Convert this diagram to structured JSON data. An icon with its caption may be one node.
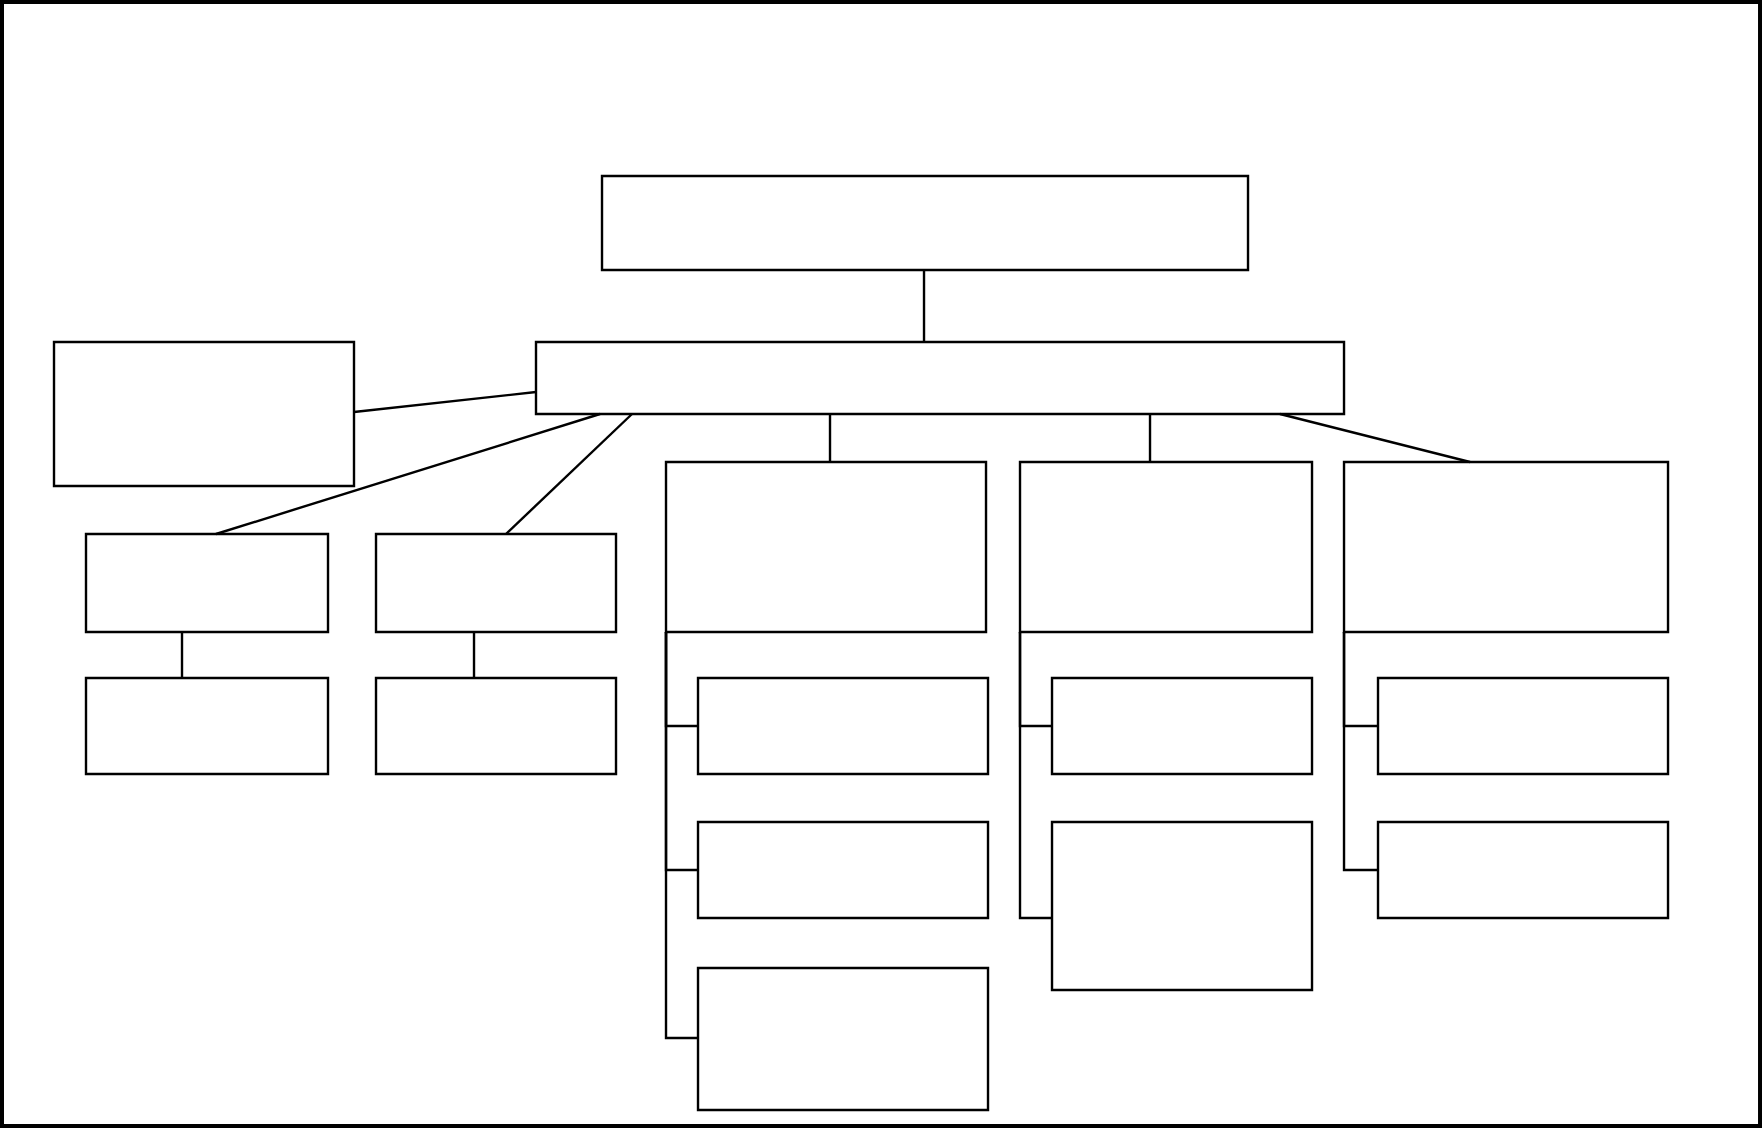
{
  "diagram": {
    "nodes": [
      {
        "text": [],
        "shape": "box"
      },
      {
        "text": [],
        "shape": "box"
      },
      {
        "text": [],
        "shape": "box"
      },
      {
        "text": [],
        "shape": "box"
      },
      {
        "text": [],
        "shape": "box"
      },
      {
        "text": [],
        "shape": "box"
      },
      {
        "text": [],
        "shape": "box"
      },
      {
        "text": [],
        "shape": "box"
      },
      {
        "text": [],
        "shape": "box"
      },
      {
        "text": [],
        "shape": "box"
      },
      {
        "text": [],
        "shape": "box"
      },
      {
        "text": [],
        "shape": "box"
      },
      {
        "text": [],
        "shape": "box"
      },
      {
        "text": [],
        "shape": "box"
      },
      {
        "text": [],
        "shape": "box"
      },
      {
        "text": [],
        "shape": "box"
      },
      {
        "text": [],
        "shape": "box"
      }
    ],
    "edges": [
      {
        "from": 0,
        "to": 2,
        "arrow": "none"
      },
      {
        "from": 2,
        "to": 1,
        "arrow": "none"
      },
      {
        "from": 2,
        "to": 3,
        "arrow": "none"
      },
      {
        "from": 2,
        "to": 4,
        "arrow": "none"
      },
      {
        "from": 2,
        "to": 5,
        "arrow": "none"
      },
      {
        "from": 2,
        "to": 6,
        "arrow": "none"
      },
      {
        "from": 2,
        "to": 7,
        "arrow": "none"
      },
      {
        "from": 3,
        "to": 8,
        "arrow": "none"
      },
      {
        "from": 4,
        "to": 9,
        "arrow": "none"
      },
      {
        "from": 5,
        "to": 10,
        "arrow": "none"
      },
      {
        "from": 5,
        "to": 13,
        "arrow": "none"
      },
      {
        "from": 5,
        "to": 16,
        "arrow": "none"
      },
      {
        "from": 6,
        "to": 11,
        "arrow": "none"
      },
      {
        "from": 6,
        "to": 14,
        "arrow": "none"
      },
      {
        "from": 7,
        "to": 12,
        "arrow": "none"
      },
      {
        "from": 7,
        "to": 15,
        "arrow": "none"
      }
    ]
  }
}
